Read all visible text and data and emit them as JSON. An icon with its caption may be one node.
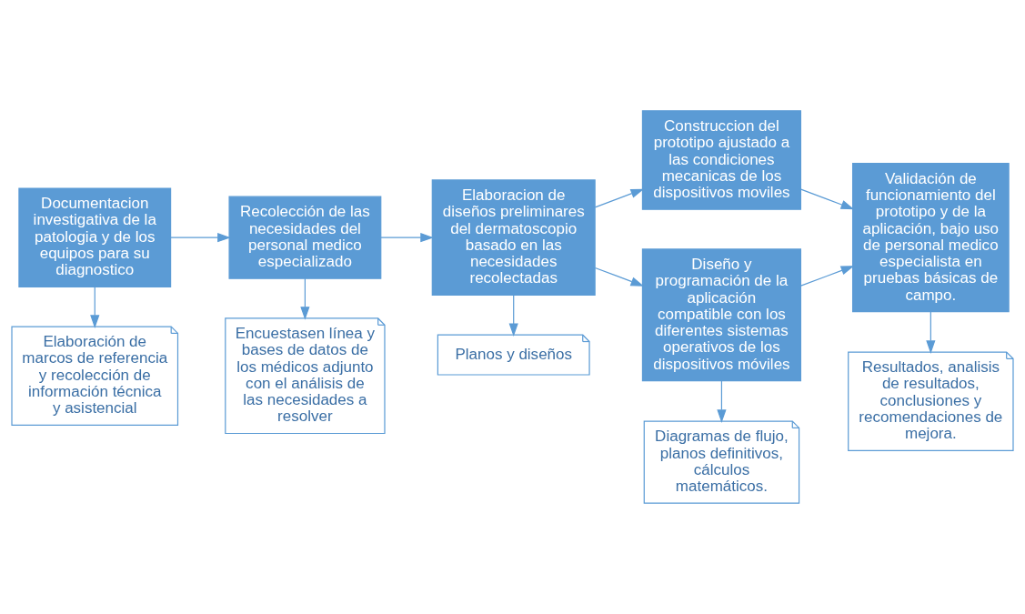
{
  "diagram": {
    "nodes": [
      {
        "text": [
          "Documentacion investigativa de la patologia y de los equipos para su diagnostico"
        ]
      },
      {
        "text": [
          "Recolección de las necesidades del personal medico especializado"
        ]
      },
      {
        "text": [
          "Elaboracion de diseños preliminares del dermatoscopio basado en las necesidades recolectadas"
        ]
      },
      {
        "text": [
          "Construccion del prototipo ajustado a las condiciones mecanicas de los dispositivos moviles"
        ]
      },
      {
        "text": [
          "Diseño y programación de la aplicación compatible con los diferentes sistemas operativos de los dispositivos móviles"
        ]
      },
      {
        "text": [
          "Validación de funcionamiento del prototipo y de la aplicación, bajo uso de personal medico especialista en pruebas básicas de campo."
        ]
      },
      {
        "text": [
          "Elaboración de marcos de referencia y recolección de información técnica y asistencial"
        ]
      },
      {
        "text": [
          "Encuestasen línea y bases de datos de los médicos adjunto con el análisis de las necesidades a resolver"
        ]
      },
      {
        "text": [
          "Planos y diseños"
        ]
      },
      {
        "text": [
          "Diagramas de flujo, planos definitivos, cálculos matemáticos."
        ]
      },
      {
        "text": [
          "Resultados, analisis de resultados, conclusiones y recomendaciones de mejora."
        ]
      }
    ],
    "edges": [
      {
        "from": 0,
        "to": 1,
        "arrow": "to"
      },
      {
        "from": 1,
        "to": 2,
        "arrow": "to"
      },
      {
        "from": 2,
        "to": 3,
        "arrow": "to"
      },
      {
        "from": 2,
        "to": 4,
        "arrow": "to"
      },
      {
        "from": 3,
        "to": 5,
        "arrow": "to"
      },
      {
        "from": 4,
        "to": 5,
        "arrow": "to"
      },
      {
        "from": 0,
        "to": 6,
        "arrow": "to"
      },
      {
        "from": 1,
        "to": 7,
        "arrow": "to"
      },
      {
        "from": 2,
        "to": 8,
        "arrow": "to"
      },
      {
        "from": 4,
        "to": 9,
        "arrow": "to"
      },
      {
        "from": 5,
        "to": 10,
        "arrow": "to"
      }
    ]
  }
}
